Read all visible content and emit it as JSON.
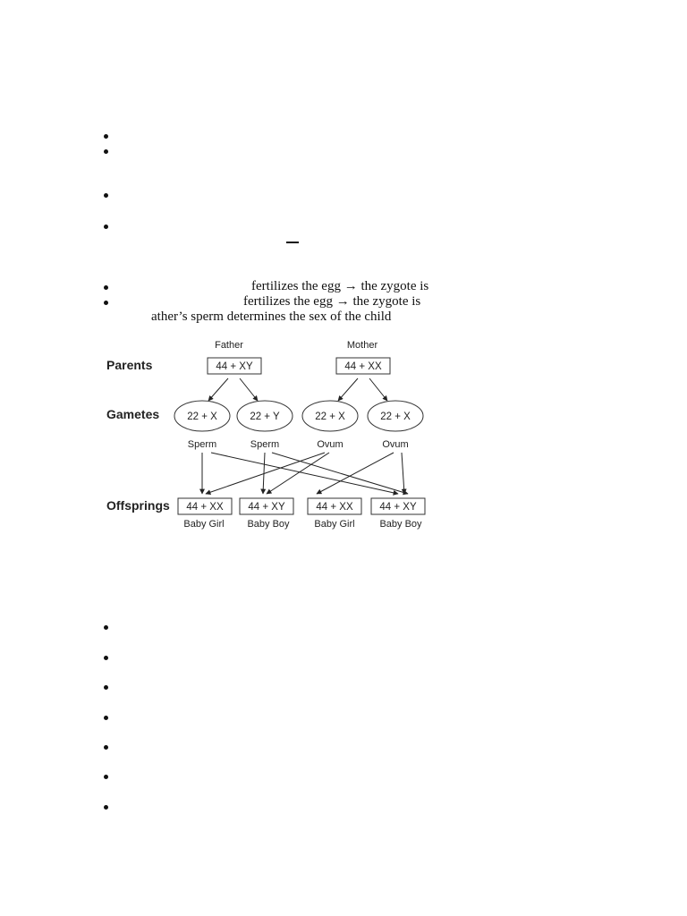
{
  "text_lines": {
    "line1": "fertilizes the egg → the zygote is",
    "line2": "fertilizes the egg → the zygote is",
    "line3": "ather’s sperm determines the sex of the child"
  },
  "diagram": {
    "row_labels": {
      "parents": "Parents",
      "gametes": "Gametes",
      "offsprings": "Offsprings"
    },
    "father": {
      "label": "Father",
      "genotype": "44 + XY"
    },
    "mother": {
      "label": "Mother",
      "genotype": "44 + XX"
    },
    "gametes": [
      {
        "value": "22 + X",
        "label": "Sperm"
      },
      {
        "value": "22 + Y",
        "label": "Sperm"
      },
      {
        "value": "22 + X",
        "label": "Ovum"
      },
      {
        "value": "22 + X",
        "label": "Ovum"
      }
    ],
    "offspring": [
      {
        "genotype": "44 + XX",
        "label": "Baby Girl"
      },
      {
        "genotype": "44 + XY",
        "label": "Baby Boy"
      },
      {
        "genotype": "44 + XX",
        "label": "Baby Girl"
      },
      {
        "genotype": "44 + XY",
        "label": "Baby Boy"
      }
    ]
  }
}
